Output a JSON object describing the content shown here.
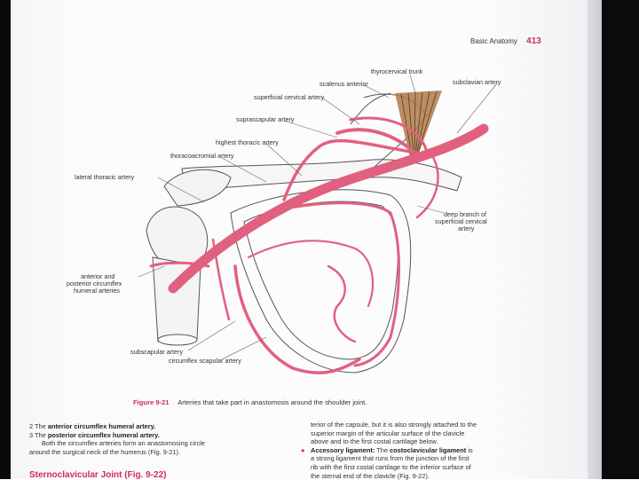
{
  "running_head": {
    "title": "Basic Anatomy",
    "page_number": "413"
  },
  "figure": {
    "labels": {
      "thyrocervical": "thyrocervical trunk",
      "scalenus": "scalenus anterior",
      "subclavian": "subclavian artery",
      "superficial_cervical": "superficial cervical artery",
      "suprascapular": "suprascapular artery",
      "highest_thoracic": "highest thoracic artery",
      "thoracoacromial": "thoracoacromial artery",
      "lateral_thoracic": "lateral thoracic artery",
      "deep_branch_1": "deep branch of",
      "deep_branch_2": "superficial cervical",
      "deep_branch_3": "artery",
      "circumflex_humeral_1": "anterior and",
      "circumflex_humeral_2": "posterior circumflex",
      "circumflex_humeral_3": "humeral arteries",
      "subscapular": "subscapular artery",
      "circumflex_scapular": "circumflex scapular artery"
    },
    "caption_number": "Figure 9-21",
    "caption_text": "Arteries that take part in anastomosis around the shoulder joint."
  },
  "text": {
    "left": {
      "l1_num": "2  The ",
      "l1_bold": "anterior circumflex humeral artery.",
      "l2_num": "3  The ",
      "l2_bold": "posterior circumflex humeral artery.",
      "l3": "Both the circumflex arteries form an anastomosing circle",
      "l4": "around the surgical neck of the humerus (Fig. 9-21).",
      "heading": "Sternoclavicular Joint (Fig. 9-22)"
    },
    "right": {
      "r1": "terior of the capsule, but it is also strongly attached to the",
      "r2": "superior margin of the articular surface of the clavicle",
      "r3": "above and to the first costal cartilage below.",
      "r4_bold": "Accessory ligament:",
      "r4_rest": " The ",
      "r4_bold2": "costoclavicular ligament",
      "r4_end": " is",
      "r5": "a strong ligament that runs from the junction of the first",
      "r6": "rib with the first costal cartilage to the inferior surface of",
      "r7": "the sternal end of the clavicle (Fig. 9-22)."
    }
  },
  "colors": {
    "artery": "#e2607f",
    "accent": "#d22b5a",
    "muscle": "#b07a4a"
  }
}
